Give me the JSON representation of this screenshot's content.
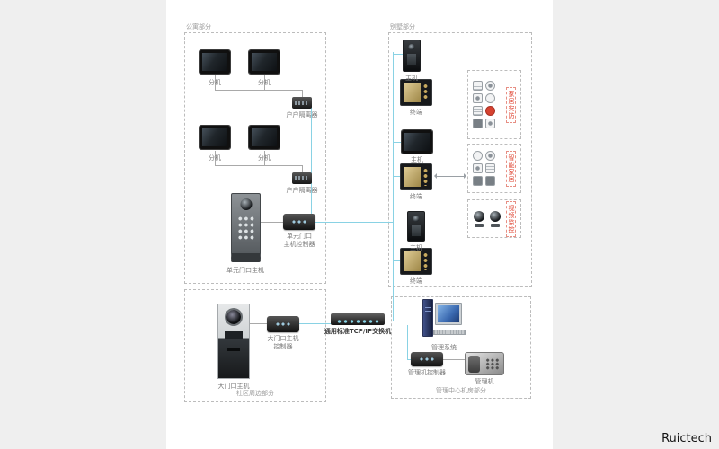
{
  "watermark": "Ruictech",
  "colors": {
    "line_cyan": "#89d2e4",
    "accent_red": "#e04432"
  },
  "apartment": {
    "section_label": "公寓部分",
    "extension_label": "分机",
    "isolator_label": "户户隔离器",
    "door_host_label": "单元门口主机",
    "door_controller_line1": "单元门口",
    "door_controller_line2": "主机控制器"
  },
  "villa": {
    "section_label": "别墅部分",
    "host_label": "主机",
    "terminal_label": "终端",
    "security_label": "家居安防",
    "smart_home_label": "智能家居",
    "video_label": "视频监控"
  },
  "community": {
    "section_label": "社区周边部分",
    "gate_host_label": "大门口主机",
    "gate_controller_line1": "大门口主机",
    "gate_controller_line2": "控制器"
  },
  "network": {
    "switch_label": "通用标准TCP/IP交换机"
  },
  "management": {
    "section_label": "管理中心机房部分",
    "system_label": "管理系统",
    "controller_label": "管理机控制器",
    "phone_label": "管理机"
  }
}
